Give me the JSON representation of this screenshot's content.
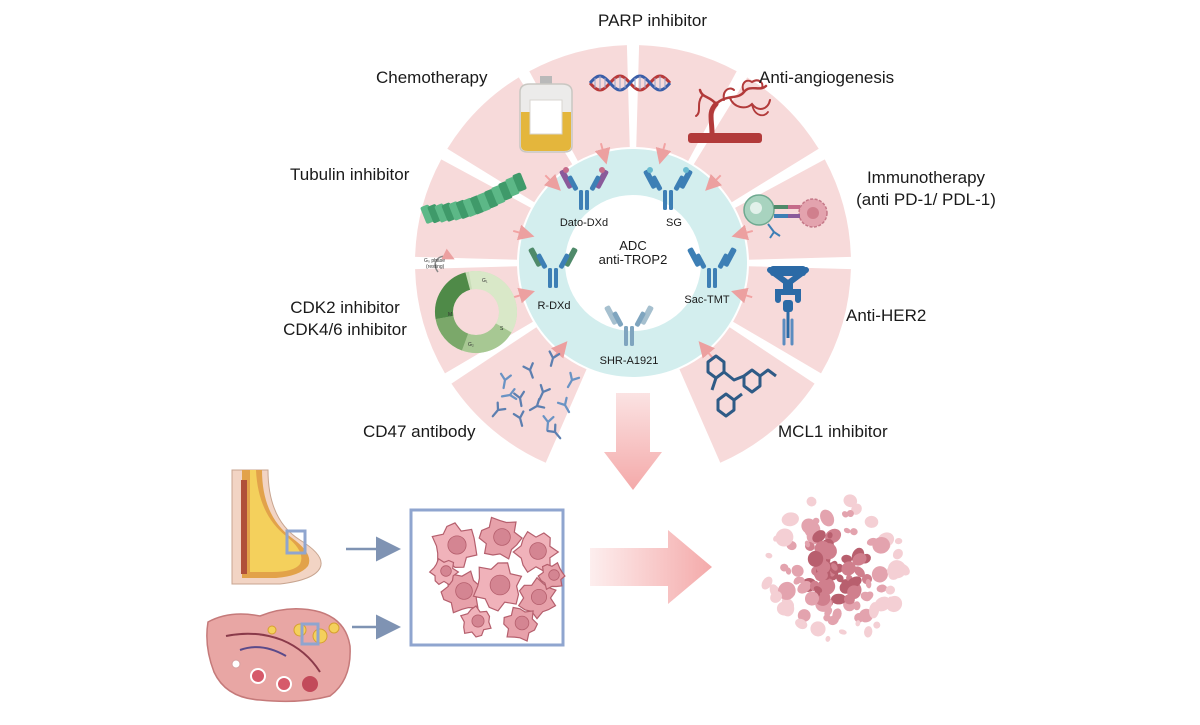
{
  "center": {
    "line1": "ADC",
    "line2": "anti-TROP2"
  },
  "adcs": {
    "dato": "Dato-DXd",
    "sg": "SG",
    "rdxd": "R-DXd",
    "sactmt": "Sac-TMT",
    "shr": "SHR-A1921"
  },
  "therapies": {
    "parp": "PARP inhibitor",
    "chemo": "Chemotherapy",
    "angio": "Anti-angiogenesis",
    "tubulin": "Tubulin inhibitor",
    "immuno_1": "Immunotherapy",
    "immuno_2": "(anti PD-1/ PDL-1)",
    "cdk_1": "CDK2 inhibitor",
    "cdk_2": "CDK4/6 inhibitor",
    "her2": "Anti-HER2",
    "cd47": "CD47 antibody",
    "mcl1": "MCL1 inhibitor"
  },
  "cell_cycle": {
    "g0": "G₀ phase",
    "g0_sub": "(resting)",
    "g1": "G₁",
    "s": "S",
    "g2": "G₂",
    "m": "M"
  },
  "colors": {
    "sector": "#f7dada",
    "ring": "#d3eeee",
    "arrow": "#f2a3a3",
    "antibody_blue": "#3d7fb5",
    "antibody_green": "#4f8a6a",
    "payload_pink": "#c56b8a",
    "tumor": "#e39aa4",
    "frame": "#8fa5cf"
  }
}
